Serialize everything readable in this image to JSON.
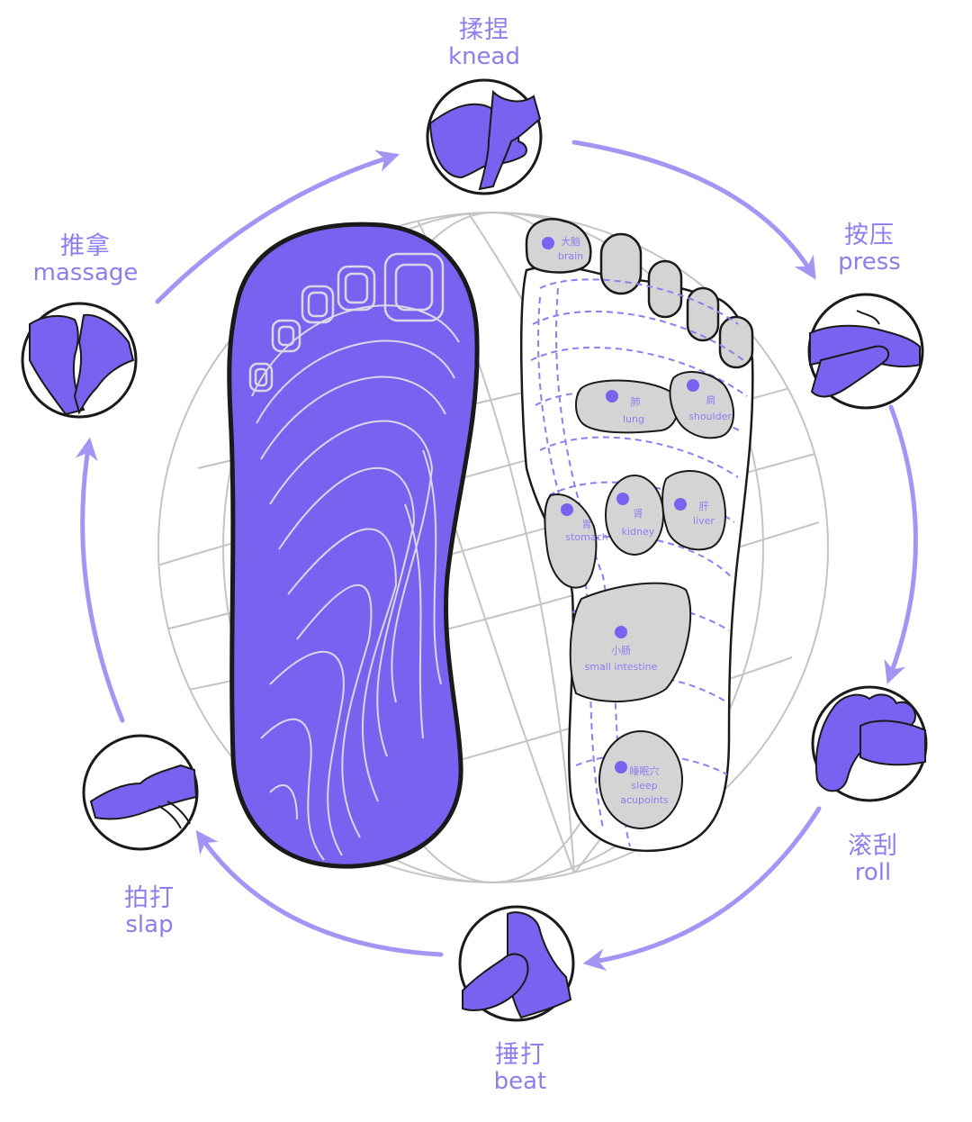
{
  "colors": {
    "accent": "#7b61f0",
    "accent_light": "#a594f3",
    "label": "#8b7ff0",
    "zone_fill": "#d4d4d4",
    "grid": "#bdbdbd",
    "outline": "#1a1a1a"
  },
  "techniques": [
    {
      "id": "knead",
      "zh": "揉捏",
      "en": "knead",
      "icon": "hand-knead-icon"
    },
    {
      "id": "press",
      "zh": "按压",
      "en": "press",
      "icon": "hand-press-icon"
    },
    {
      "id": "roll",
      "zh": "滚刮",
      "en": "roll",
      "icon": "hand-roll-icon"
    },
    {
      "id": "beat",
      "zh": "捶打",
      "en": "beat",
      "icon": "hand-beat-icon"
    },
    {
      "id": "slap",
      "zh": "拍打",
      "en": "slap",
      "icon": "hand-slap-icon"
    },
    {
      "id": "massage",
      "zh": "推拿",
      "en": "massage",
      "icon": "hand-massage-icon"
    }
  ],
  "reflex_zones": {
    "brain": {
      "zh": "大脑",
      "en": "brain"
    },
    "lung": {
      "zh": "肺",
      "en": "lung"
    },
    "shoulder": {
      "zh": "肩",
      "en": "shoulder"
    },
    "stomach": {
      "zh": "胃",
      "en": "stomach"
    },
    "kidney": {
      "zh": "肾",
      "en": "kidney"
    },
    "liver": {
      "zh": "肝",
      "en": "liver"
    },
    "intestine": {
      "zh": "小肠",
      "en": "small intestine"
    },
    "sleep": {
      "zh": "睡眠穴",
      "en": "sleep",
      "en2": "acupoints"
    }
  }
}
